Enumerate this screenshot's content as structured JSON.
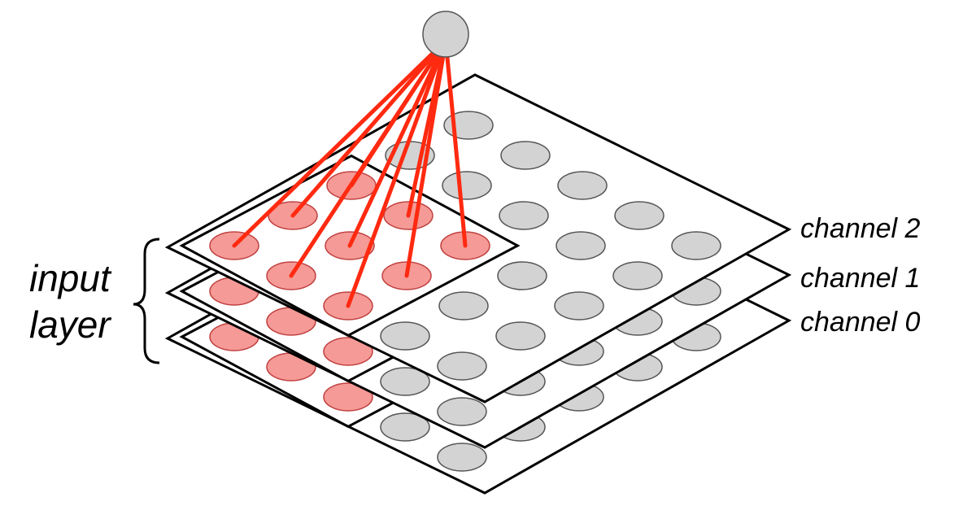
{
  "labels": {
    "channels": [
      "channel 2",
      "channel 1",
      "channel 0"
    ],
    "input_layer": [
      "input",
      "layer"
    ]
  },
  "grid": {
    "size": 5,
    "channel_count": 3,
    "receptive_field": {
      "rows": [
        0,
        2
      ],
      "cols": [
        0,
        2
      ]
    }
  },
  "colors": {
    "background": "#ffffff",
    "plane_stroke": "#000000",
    "neuron_fill": "#d3d3d3",
    "neuron_stroke": "#555555",
    "receptive_fill": "#f59a96",
    "receptive_stroke": "#c04040",
    "connection": "#ff2a10"
  }
}
